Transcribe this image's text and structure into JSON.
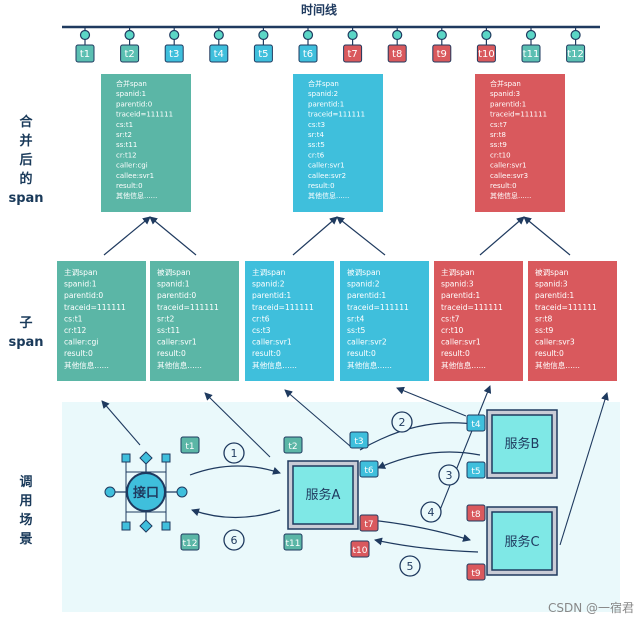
{
  "timeline": {
    "title": "时间线",
    "ticks": [
      "t1",
      "t2",
      "t3",
      "t4",
      "t5",
      "t6",
      "t7",
      "t8",
      "t9",
      "t10",
      "t11",
      "t12"
    ],
    "tick_colors": [
      "#5bbfb2",
      "#5bbfb2",
      "#3fbfdc",
      "#3fbfdc",
      "#3fbfdc",
      "#3fbfdc",
      "#d9595d",
      "#d9595d",
      "#d9595d",
      "#d9595d",
      "#5bbfb2",
      "#5bbfb2"
    ]
  },
  "side_labels": {
    "merged": [
      "合",
      "并",
      "后",
      "的",
      "span"
    ],
    "child": [
      "子",
      "span"
    ],
    "scene": [
      "调",
      "用",
      "场",
      "景"
    ]
  },
  "merged_spans": [
    {
      "color": "#5bb6a6",
      "lines": [
        "合并span",
        "spanid:1",
        "parentid:0",
        "traceid=111111",
        "cs:t1",
        "sr:t2",
        "ss:t11",
        "cr:t12",
        "caller:cgi",
        "callee:svr1",
        "result:0",
        "其他信息......"
      ]
    },
    {
      "color": "#3fbfdc",
      "lines": [
        "合并span",
        "spanid:2",
        "parentid:1",
        "traceid=111111",
        "cs:t3",
        "sr:t4",
        "ss:t5",
        "cr:t6",
        "caller:svr1",
        "callee:svr2",
        "result:0",
        "其他信息......"
      ]
    },
    {
      "color": "#d9595d",
      "lines": [
        "合并span",
        "spanid:3",
        "parentid:1",
        "traceid=111111",
        "cs:t7",
        "sr:t8",
        "ss:t9",
        "cr:t10",
        "caller:svr1",
        "callee:svr3",
        "result:0",
        "其他信息......"
      ]
    }
  ],
  "child_spans": [
    {
      "color": "#5bb6a6",
      "lines": [
        "主调span",
        "spanid:1",
        "parentid:0",
        "traceid=111111",
        "cs:t1",
        "cr:t12",
        "caller:cgi",
        "result:0",
        "其他信息......"
      ]
    },
    {
      "color": "#5bb6a6",
      "lines": [
        "被调span",
        "spanid:1",
        "parentid:0",
        "traceid=111111",
        " sr:t2",
        "ss:t11",
        "caller:svr1",
        "result:0",
        "其他信息......"
      ]
    },
    {
      "color": "#3fbfdc",
      "lines": [
        "主调span",
        "spanid:2",
        "parentid:1",
        "traceid=111111",
        "cr:t6",
        "cs:t3",
        "caller:svr1",
        "result:0",
        "其他信息......"
      ]
    },
    {
      "color": "#3fbfdc",
      "lines": [
        "被调span",
        "spanid:2",
        "parentid:1",
        "traceid=111111",
        "sr:t4",
        "ss:t5",
        "caller:svr2",
        "result:0",
        "其他信息......"
      ]
    },
    {
      "color": "#d9595d",
      "lines": [
        "主调span",
        "spanid:3",
        "parentid:1",
        "traceid=111111",
        "cs:t7",
        "cr:t10",
        "caller:svr1",
        "result:0",
        "其他信息......"
      ]
    },
    {
      "color": "#d9595d",
      "lines": [
        "被调span",
        "spanid:3",
        "parentid:1",
        "traceid=111111",
        "sr:t8",
        "ss:t9",
        "caller:svr3",
        "result:0",
        "其他信息......"
      ]
    }
  ],
  "scene": {
    "interface_label": "接口",
    "service_a": "服务A",
    "service_b": "服务B",
    "service_c": "服务C",
    "steps": [
      "1",
      "2",
      "3",
      "4",
      "5",
      "6"
    ],
    "tags": [
      {
        "text": "t1",
        "color": "#5bb6a6"
      },
      {
        "text": "t2",
        "color": "#5bb6a6"
      },
      {
        "text": "t3",
        "color": "#3fbfdc"
      },
      {
        "text": "t4",
        "color": "#3fbfdc"
      },
      {
        "text": "t5",
        "color": "#3fbfdc"
      },
      {
        "text": "t6",
        "color": "#3fbfdc"
      },
      {
        "text": "t7",
        "color": "#d9595d"
      },
      {
        "text": "t8",
        "color": "#d9595d"
      },
      {
        "text": "t9",
        "color": "#d9595d"
      },
      {
        "text": "t10",
        "color": "#d9595d"
      },
      {
        "text": "t11",
        "color": "#5bb6a6"
      },
      {
        "text": "t12",
        "color": "#5bb6a6"
      }
    ]
  },
  "watermark": "CSDN @一宿君",
  "colors": {
    "navy": "#1f3a5f",
    "scene_bg": "#eaf9fb",
    "service_fill": "#7fe8e6"
  }
}
